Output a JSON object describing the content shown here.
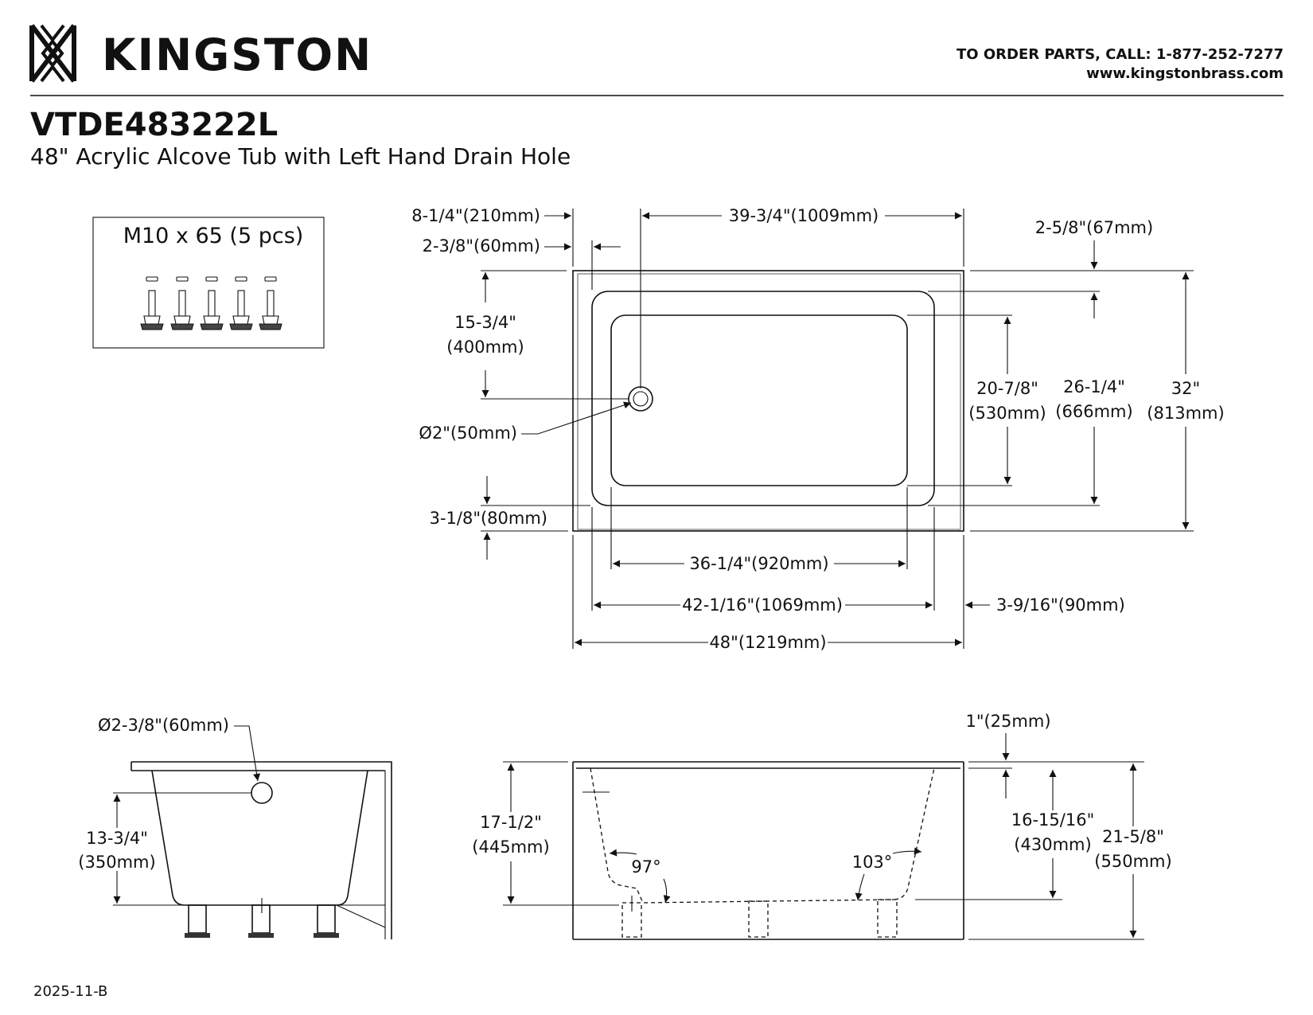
{
  "brand": {
    "name": "KINGSTON",
    "logo_icon": "kingston-monogram-icon"
  },
  "contact": {
    "order_parts": "TO ORDER PARTS, CALL: 1-877-252-7277",
    "website": "www.kingstonbrass.com"
  },
  "product": {
    "model": "VTDE483222L",
    "description": "48\" Acrylic Alcove Tub with Left Hand Drain Hole"
  },
  "hardware": {
    "label": "M10 x 65 (5 pcs)",
    "count": 5,
    "icon": "leveling-bolt-icon"
  },
  "top_view": {
    "dims": {
      "apron_offset": "8-1/4\"(210mm)",
      "drain_to_rim": "39-3/4\"(1009mm)",
      "left_rim": "2-3/8\"(60mm)",
      "back_rim": "2-5/8\"(67mm)",
      "drain_from_top_a": "15-3/4\"",
      "drain_from_top_b": "(400mm)",
      "drain_dia": "Ø2\"(50mm)",
      "inner_depth_a": "20-7/8\"",
      "inner_depth_b": "(530mm)",
      "mid_depth_a": "26-1/4\"",
      "mid_depth_b": "(666mm)",
      "total_depth_a": "32\"",
      "total_depth_b": "(813mm)",
      "front_rim": "3-1/8\"(80mm)",
      "inner_length": "36-1/4\"(920mm)",
      "mid_length": "42-1/16\"(1069mm)",
      "right_rim": "3-9/16\"(90mm)",
      "total_length": "48\"(1219mm)"
    }
  },
  "side_view": {
    "dims": {
      "overflow_dia": "Ø2-3/8\"(60mm)",
      "overflow_height_a": "13-3/4\"",
      "overflow_height_b": "(350mm)"
    }
  },
  "front_view": {
    "dims": {
      "rim_thickness": "1\"(25mm)",
      "apron_height_a": "17-1/2\"",
      "apron_height_b": "(445mm)",
      "left_angle": "97°",
      "right_angle": "103°",
      "inner_depth_a": "16-15/16\"",
      "inner_depth_b": "(430mm)",
      "total_height_a": "21-5/8\"",
      "total_height_b": "(550mm)"
    }
  },
  "revision": "2025-11-B"
}
